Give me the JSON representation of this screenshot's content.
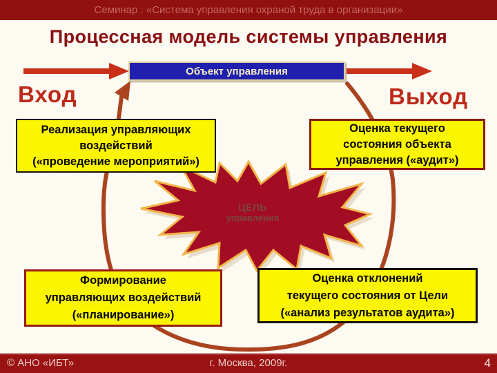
{
  "colors": {
    "top_bar": "#911010",
    "top_bar_text": "#c4655c",
    "title_text": "#8a1012",
    "arrow_red": "#c93018",
    "loop_red": "#aa4420",
    "io_label_red": "#bc2a1a",
    "box_yellow": "#fbf500",
    "object_blue": "#2020ae",
    "starburst_fill": "#a30d24",
    "starburst_outline": "#f3b64a",
    "footer_bar": "#9b1212"
  },
  "header": {
    "seminar": "Семинар : «Система управления охраной труда в организации»"
  },
  "title": "Процессная модель системы управления",
  "diagram": {
    "object_box": "Объект управления",
    "input_label": "Вход",
    "output_label": "Выход",
    "goal": {
      "line1": "ЦЕЛЬ",
      "line2": "управления"
    },
    "boxes": {
      "top_left": {
        "lines": [
          "Реализация управляющих",
          "воздействий",
          "(«проведение мероприятий»)"
        ]
      },
      "top_right": {
        "lines": [
          "Оценка текущего",
          "состояния объекта",
          "управления («аудит»)"
        ]
      },
      "bottom_left": {
        "lines": [
          "Формирование",
          "управляющих воздействий",
          "(«планирование»)"
        ]
      },
      "bottom_right": {
        "lines": [
          "Оценка отклонений",
          "текущего состояния от Цели",
          "(«анализ результатов аудита»)"
        ]
      }
    }
  },
  "footer": {
    "copyright": "© АНО «ИБТ»",
    "location": "г. Москва,  2009г.",
    "page": "4"
  }
}
